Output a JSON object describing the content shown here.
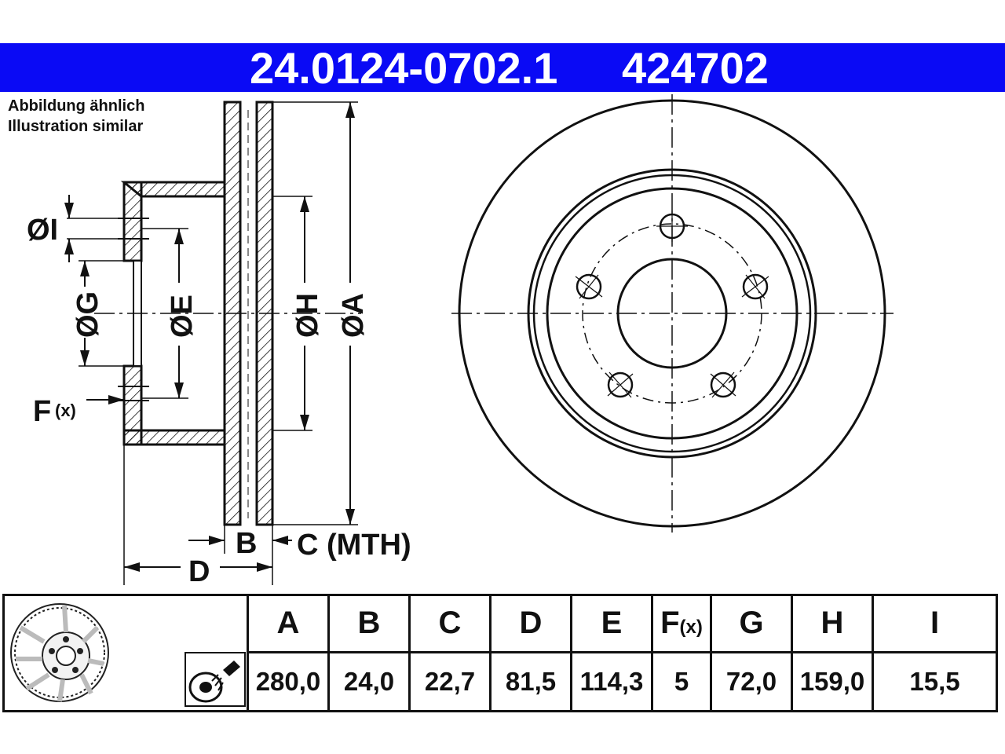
{
  "header": {
    "part_number": "24.0124-0702.1",
    "ref_number": "424702",
    "background": "#0a0af5"
  },
  "note": {
    "line1": "Abbildung ähnlich",
    "line2": "Illustration similar"
  },
  "labels": {
    "I": "ØI",
    "G": "ØG",
    "E": "ØE",
    "H": "ØH",
    "A": "ØA",
    "F_main": "F",
    "F_sub": "(x)",
    "B": "B",
    "C": "C (MTH)",
    "D": "D"
  },
  "table": {
    "headers": [
      "A",
      "B",
      "C",
      "D",
      "E",
      "F",
      "G",
      "H",
      "I"
    ],
    "header_F_sub": "(x)",
    "values": [
      "280,0",
      "24,0",
      "22,7",
      "81,5",
      "114,3",
      "5",
      "72,0",
      "159,0",
      "15,5"
    ]
  },
  "icons": [
    "brake-disc-icon",
    "spray-can-icon"
  ]
}
